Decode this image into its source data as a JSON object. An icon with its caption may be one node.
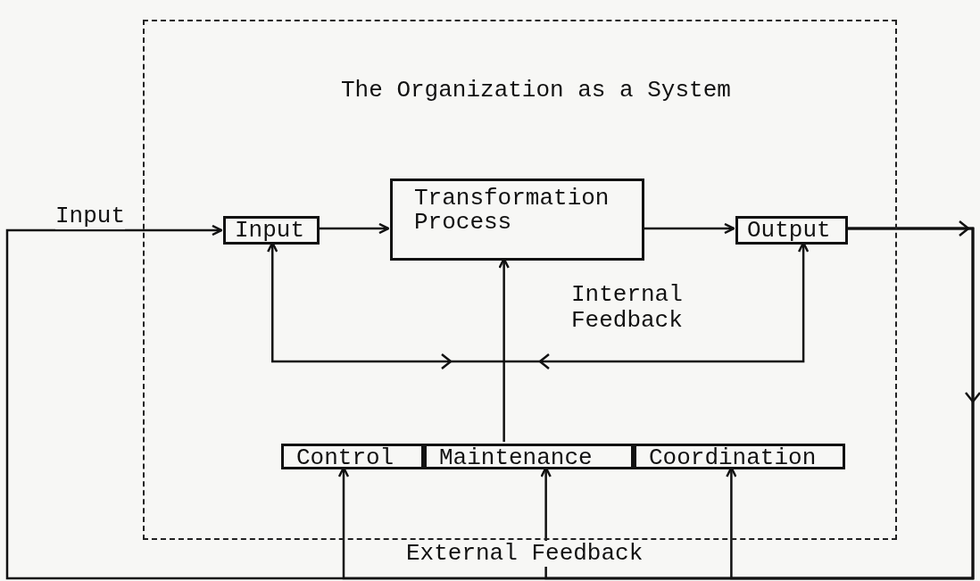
{
  "diagram": {
    "nodes": [
      {
        "text": [
          "The Organization as a System"
        ]
      },
      {
        "text": [
          "Input"
        ],
        "in": 0
      },
      {
        "text": [
          "Transformation Process"
        ],
        "in": 0
      },
      {
        "text": [
          "Output"
        ],
        "in": 0
      },
      {
        "text": [
          "Control"
        ],
        "in": 0
      },
      {
        "text": [
          "Maintenance"
        ],
        "in": 0
      },
      {
        "text": [
          "Coordination"
        ],
        "in": 0
      }
    ],
    "edges": [
      {
        "from": 1,
        "to": 2,
        "arrow": "to"
      },
      {
        "from": 2,
        "to": 3,
        "arrow": "to"
      },
      {
        "from": 3,
        "to": 1,
        "arrow": "to",
        "label": "Input"
      },
      {
        "from": 3,
        "to": 4,
        "arrow": "to"
      },
      {
        "from": 3,
        "to": 5,
        "arrow": "to"
      },
      {
        "from": 3,
        "to": 6,
        "arrow": "to"
      },
      {
        "from": 5,
        "to": 2,
        "arrow": "to"
      },
      {
        "from": 1,
        "to": 3,
        "arrow": "both"
      }
    ],
    "labels": [
      "Internal Feedback",
      "External Feedback"
    ]
  }
}
